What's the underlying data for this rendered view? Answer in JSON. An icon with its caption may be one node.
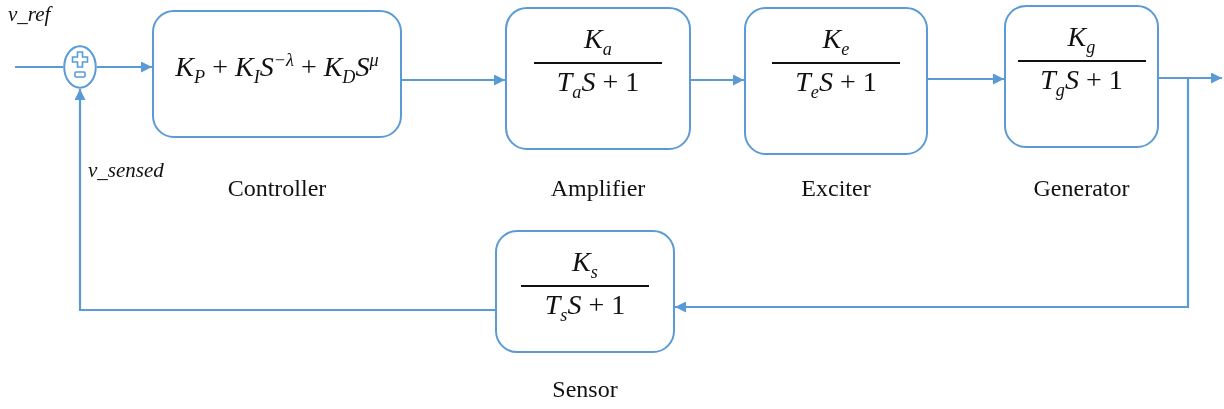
{
  "diagram": {
    "nodes": [
      {
        "text": [],
        "shape": "circle"
      },
      {
        "text": [
          "*K*$_{P}$ + *K*$_{I}$*S*$^{−λ}$ + *K*$_{D}$*S*$^{μ}$"
        ],
        "beside": [
          "Controller"
        ]
      },
      {
        "text": [
          "*K*$_{a}$",
          "*T*$_{a}$*S* + 1"
        ],
        "beside": [
          "Amplifier"
        ]
      },
      {
        "text": [
          "*K*$_{e}$",
          "*T*$_{e}$*S* + 1"
        ],
        "beside": [
          "Exciter"
        ]
      },
      {
        "text": [
          "*K*$_{g}$",
          "*T*$_{g}$*S* + 1"
        ],
        "beside": [
          "Generator"
        ]
      },
      {
        "text": [
          "*K*$_{s}$",
          "*T*$_{s}$*S* + 1"
        ],
        "beside": [
          "Sensor"
        ]
      }
    ],
    "edges": [
      {
        "from": null,
        "to": 0,
        "arrow": "none"
      },
      {
        "from": 0,
        "to": 1,
        "arrow": "to"
      },
      {
        "from": 1,
        "to": 2,
        "arrow": "to"
      },
      {
        "from": 2,
        "to": 3,
        "arrow": "to"
      },
      {
        "from": 3,
        "to": 4,
        "arrow": "to"
      },
      {
        "from": 4,
        "to": null,
        "arrow": "to"
      },
      {
        "from": 4,
        "to": 5,
        "arrow": "to"
      },
      {
        "from": 5,
        "to": 0,
        "arrow": "to"
      }
    ],
    "labels": [
      "v_ref",
      "v_sensed"
    ]
  }
}
